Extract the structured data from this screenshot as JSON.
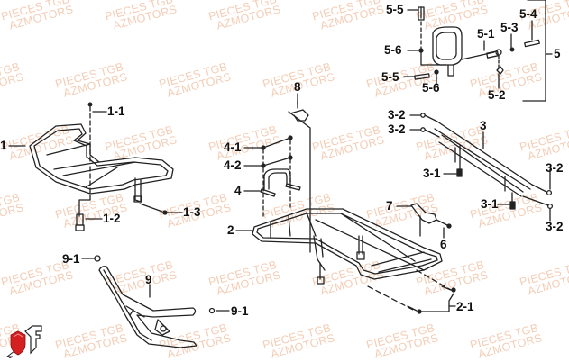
{
  "watermark": {
    "line1": "PIECES TGB",
    "line2": "AZMOTORS",
    "color": "#f3cdb6"
  },
  "labels": {
    "l1": "1",
    "l1_1": "1-1",
    "l1_2": "1-2",
    "l1_3": "1-3",
    "l2": "2",
    "l2_1": "2-1",
    "l3": "3",
    "l3_1a": "3-1",
    "l3_1b": "3-1",
    "l3_2a": "3-2",
    "l3_2b": "3-2",
    "l3_2c": "3-2",
    "l3_2d": "3-2",
    "l4": "4",
    "l4_1": "4-1",
    "l4_2": "4-2",
    "l5": "5",
    "l5_1": "5-1",
    "l5_2": "5-2",
    "l5_3": "5-3",
    "l5_4": "5-4",
    "l5_5a": "5-5",
    "l5_5b": "5-5",
    "l5_6a": "5-6",
    "l5_6b": "5-6",
    "l6": "6",
    "l7": "7",
    "l8": "8",
    "l9": "9",
    "l9_1a": "9-1",
    "l9_1b": "9-1"
  },
  "logo": {
    "name": "tgb-shield-logo",
    "accent": "#d42020"
  }
}
